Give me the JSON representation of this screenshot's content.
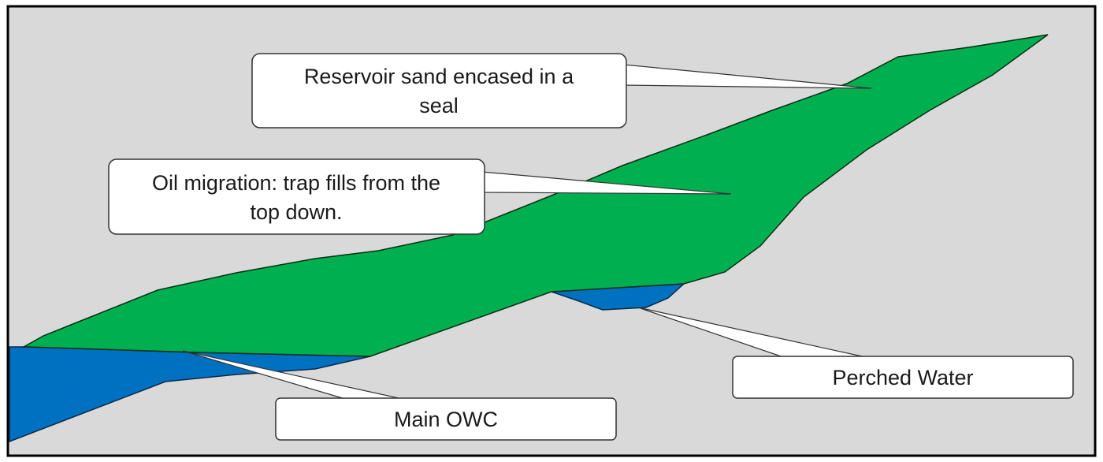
{
  "callouts": {
    "reservoir": {
      "line1": "Reservoir sand encased in a",
      "line2": "seal"
    },
    "migration": {
      "line1": "Oil migration: trap fills from the",
      "line2": "top down."
    },
    "owc": {
      "text": "Main OWC"
    },
    "perched": {
      "text": "Perched Water"
    }
  },
  "colors": {
    "background": "#d9d9d9",
    "border": "#000000",
    "reservoir_sand": "#00b050",
    "water": "#0070c0",
    "callout_fill": "#ffffff",
    "text": "#1a1a1a"
  }
}
